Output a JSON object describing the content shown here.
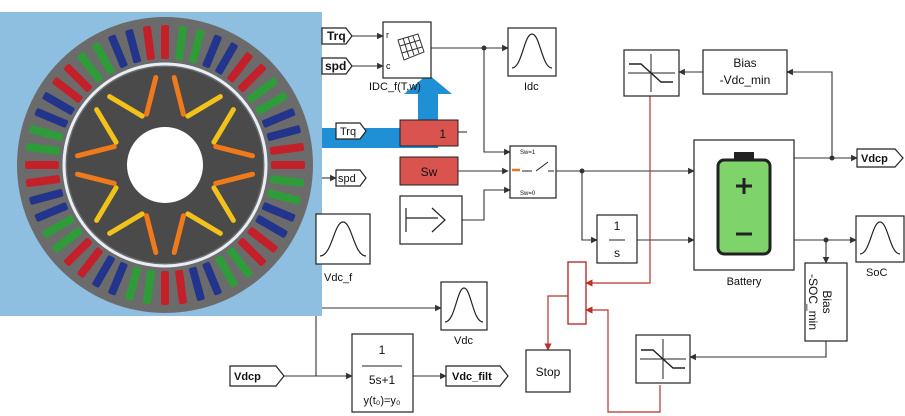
{
  "blocks": {
    "trq_in": "Trq",
    "spd_in": "spd",
    "idc_lookup_r": "r",
    "idc_lookup_c": "c",
    "idc_lookup_label": "IDC_f(T,w)",
    "idc_scope": "Idc",
    "trq_out": "Trq",
    "spd_out": "spd",
    "const_one": "1",
    "sw_const": "Sw",
    "switch_top": "Sw=1",
    "switch_bottom": "Sw=0",
    "vdcf_scope": "Vdc_f",
    "integrator_num": "1",
    "integrator_den": "s",
    "battery": "Battery",
    "bias_vdc_line1": "Bias",
    "bias_vdc_line2": "-Vdc_min",
    "vdcp_out": "Vdcp",
    "soc_scope": "SoC",
    "bias_soc_line1": "Bias",
    "bias_soc_line2": "-SOC_min",
    "vdc_scope": "Vdc",
    "vdcp_in": "Vdcp",
    "tf_num": "1",
    "tf_den": "5s+1",
    "tf_init": "y(t₀)=y₀",
    "vdc_filt": "Vdc_filt",
    "stop": "Stop"
  },
  "colors": {
    "panel_bg": "#8fbfe0",
    "stator": "#6b6b6b",
    "rotor": "#4a4a4a",
    "bore": "#ffffff",
    "coil_red": "#c4202a",
    "coil_green": "#2f9c3a",
    "coil_blue": "#23348c",
    "magnet_orange": "#f07a1a",
    "magnet_yellow": "#f2c21a",
    "const_fill": "#d9534f",
    "battery_green": "#7ed36a",
    "signal_arrow": "#1f8fd6",
    "red_wire": "#b8312f"
  },
  "icons": {
    "battery": "battery-icon",
    "scope": "scope-icon",
    "saturation": "saturation-icon",
    "switch": "switch-icon",
    "lookup": "lookup-table-icon",
    "step": "step-source-icon"
  }
}
